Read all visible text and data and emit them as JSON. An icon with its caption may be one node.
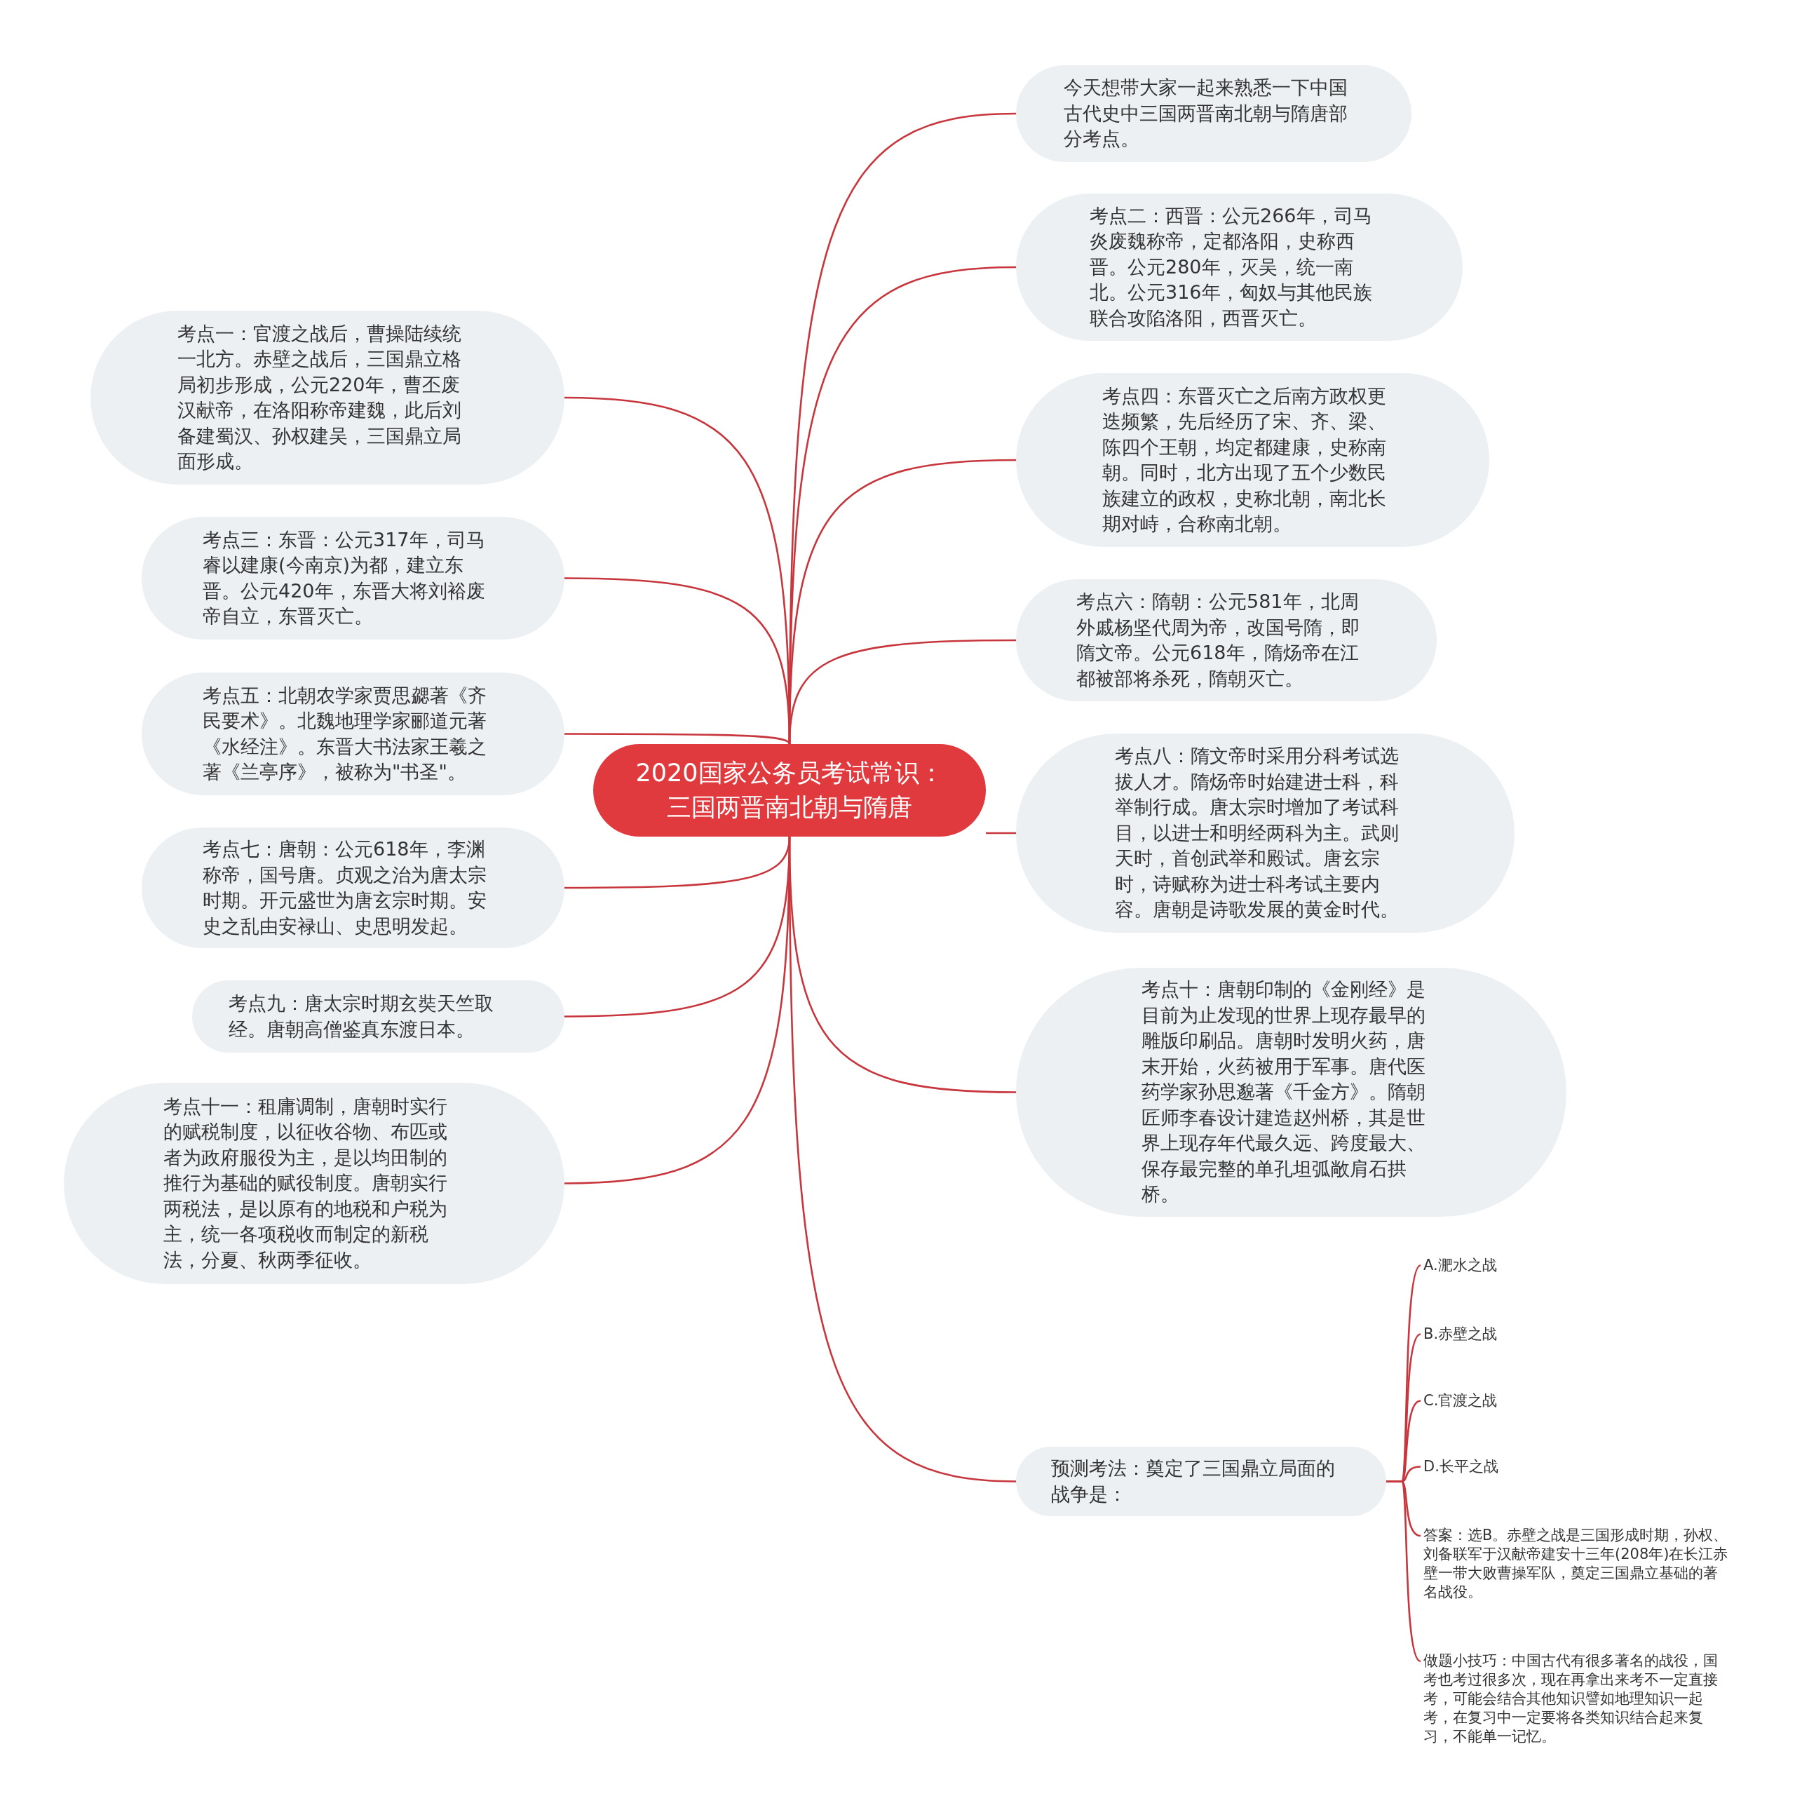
{
  "diagram": {
    "nodes": [
      {
        "text": [
          "2020国家公务员考试常识：三国两晋南北朝与隋唐"
        ]
      },
      {
        "text": [
          "今天想带大家一起来熟悉一下中国古代史中三国两晋南北朝与隋唐部分考点。"
        ]
      },
      {
        "text": [
          "考点二：西晋：公元266年，司马炎废魏称帝，定都洛阳，史称西晋。公元280年，灭吴，统一南北。公元316年，匈奴与其他民族联合攻陷洛阳，西晋灭亡。"
        ]
      },
      {
        "text": [
          "考点四：东晋灭亡之后南方政权更迭频繁，先后经历了宋、齐、梁、陈四个王朝，均定都建康，史称南朝。同时，北方出现了五个少数民族建立的政权，史称北朝，南北长期对峙，合称南北朝。"
        ]
      },
      {
        "text": [
          "考点六：隋朝：公元581年，北周外戚杨坚代周为帝，改国号隋，即隋文帝。公元618年，隋炀帝在江都被部将杀死，隋朝灭亡。"
        ]
      },
      {
        "text": [
          "考点八：隋文帝时采用分科考试选拔人才。隋炀帝时始建进士科，科举制行成。唐太宗时增加了考试科目，以进士和明经两科为主。武则天时，首创武举和殿试。唐玄宗时，诗赋称为进士科考试主要内容。唐朝是诗歌发展的黄金时代。"
        ]
      },
      {
        "text": [
          "考点十：唐朝印制的《金刚经》是目前为止发现的世界上现存最早的雕版印刷品。唐朝时发明火药，唐末开始，火药被用于军事。唐代医药学家孙思邈著《千金方》。隋朝匠师李春设计建造赵州桥，其是世界上现存年代最久远、跨度最大、保存最完整的单孔坦弧敞肩石拱桥。"
        ]
      },
      {
        "text": [
          "预测考法：奠定了三国鼎立局面的战争是："
        ]
      },
      {
        "text": [
          "考点一：官渡之战后，曹操陆续统一北方。赤壁之战后，三国鼎立格局初步形成，公元220年，曹丕废汉献帝，在洛阳称帝建魏，此后刘备建蜀汉、孙权建吴，三国鼎立局面形成。"
        ]
      },
      {
        "text": [
          "考点三：东晋：公元317年，司马睿以建康(今南京)为都，建立东晋。公元420年，东晋大将刘裕废帝自立，东晋灭亡。"
        ]
      },
      {
        "text": [
          "考点五：北朝农学家贾思勰著《齐民要术》。北魏地理学家郦道元著《水经注》。东晋大书法家王羲之著《兰亭序》，被称为\"书圣\"。"
        ]
      },
      {
        "text": [
          "考点七：唐朝：公元618年，李渊称帝，国号唐。贞观之治为唐太宗时期。开元盛世为唐玄宗时期。安史之乱由安禄山、史思明发起。"
        ]
      },
      {
        "text": [
          "考点九：唐太宗时期玄奘天竺取经。唐朝高僧鉴真东渡日本。"
        ]
      },
      {
        "text": [
          "考点十一：租庸调制，唐朝时实行的赋税制度，以征收谷物、布匹或者为政府服役为主，是以均田制的推行为基础的赋役制度。唐朝实行两税法，是以原有的地税和户税为主，统一各项税收而制定的新税法，分夏、秋两季征收。"
        ]
      },
      {
        "text": [
          "A.淝水之战"
        ]
      },
      {
        "text": [
          "B.赤壁之战"
        ]
      },
      {
        "text": [
          "C.官渡之战"
        ]
      },
      {
        "text": [
          "D.长平之战"
        ]
      },
      {
        "text": [
          "答案：选B。赤壁之战是三国形成时期，孙权、刘备联军于汉献帝建安十三年(208年)在长江赤壁一带大败曹操军队，奠定三国鼎立基础的著名战役。"
        ]
      },
      {
        "text": [
          "做题小技巧：中国古代有很多著名的战役，国考也考过很多次，现在再拿出来考不一定直接考，可能会结合其他知识譬如地理知识一起考，在复习中一定要将各类知识结合起来复习，不能单一记忆。"
        ]
      }
    ],
    "edges": [
      {
        "from": 0,
        "to": 1,
        "arrow": "none"
      },
      {
        "from": 0,
        "to": 2,
        "arrow": "none"
      },
      {
        "from": 0,
        "to": 3,
        "arrow": "none"
      },
      {
        "from": 0,
        "to": 4,
        "arrow": "none"
      },
      {
        "from": 0,
        "to": 5,
        "arrow": "none"
      },
      {
        "from": 0,
        "to": 6,
        "arrow": "none"
      },
      {
        "from": 0,
        "to": 7,
        "arrow": "none"
      },
      {
        "from": 0,
        "to": 8,
        "arrow": "none"
      },
      {
        "from": 0,
        "to": 9,
        "arrow": "none"
      },
      {
        "from": 0,
        "to": 10,
        "arrow": "none"
      },
      {
        "from": 0,
        "to": 11,
        "arrow": "none"
      },
      {
        "from": 0,
        "to": 12,
        "arrow": "none"
      },
      {
        "from": 0,
        "to": 13,
        "arrow": "none"
      },
      {
        "from": 7,
        "to": 14,
        "arrow": "none"
      },
      {
        "from": 7,
        "to": 15,
        "arrow": "none"
      },
      {
        "from": 7,
        "to": 16,
        "arrow": "none"
      },
      {
        "from": 7,
        "to": 17,
        "arrow": "none"
      },
      {
        "from": 7,
        "to": 18,
        "arrow": "none"
      },
      {
        "from": 7,
        "to": 19,
        "arrow": "none"
      }
    ]
  }
}
